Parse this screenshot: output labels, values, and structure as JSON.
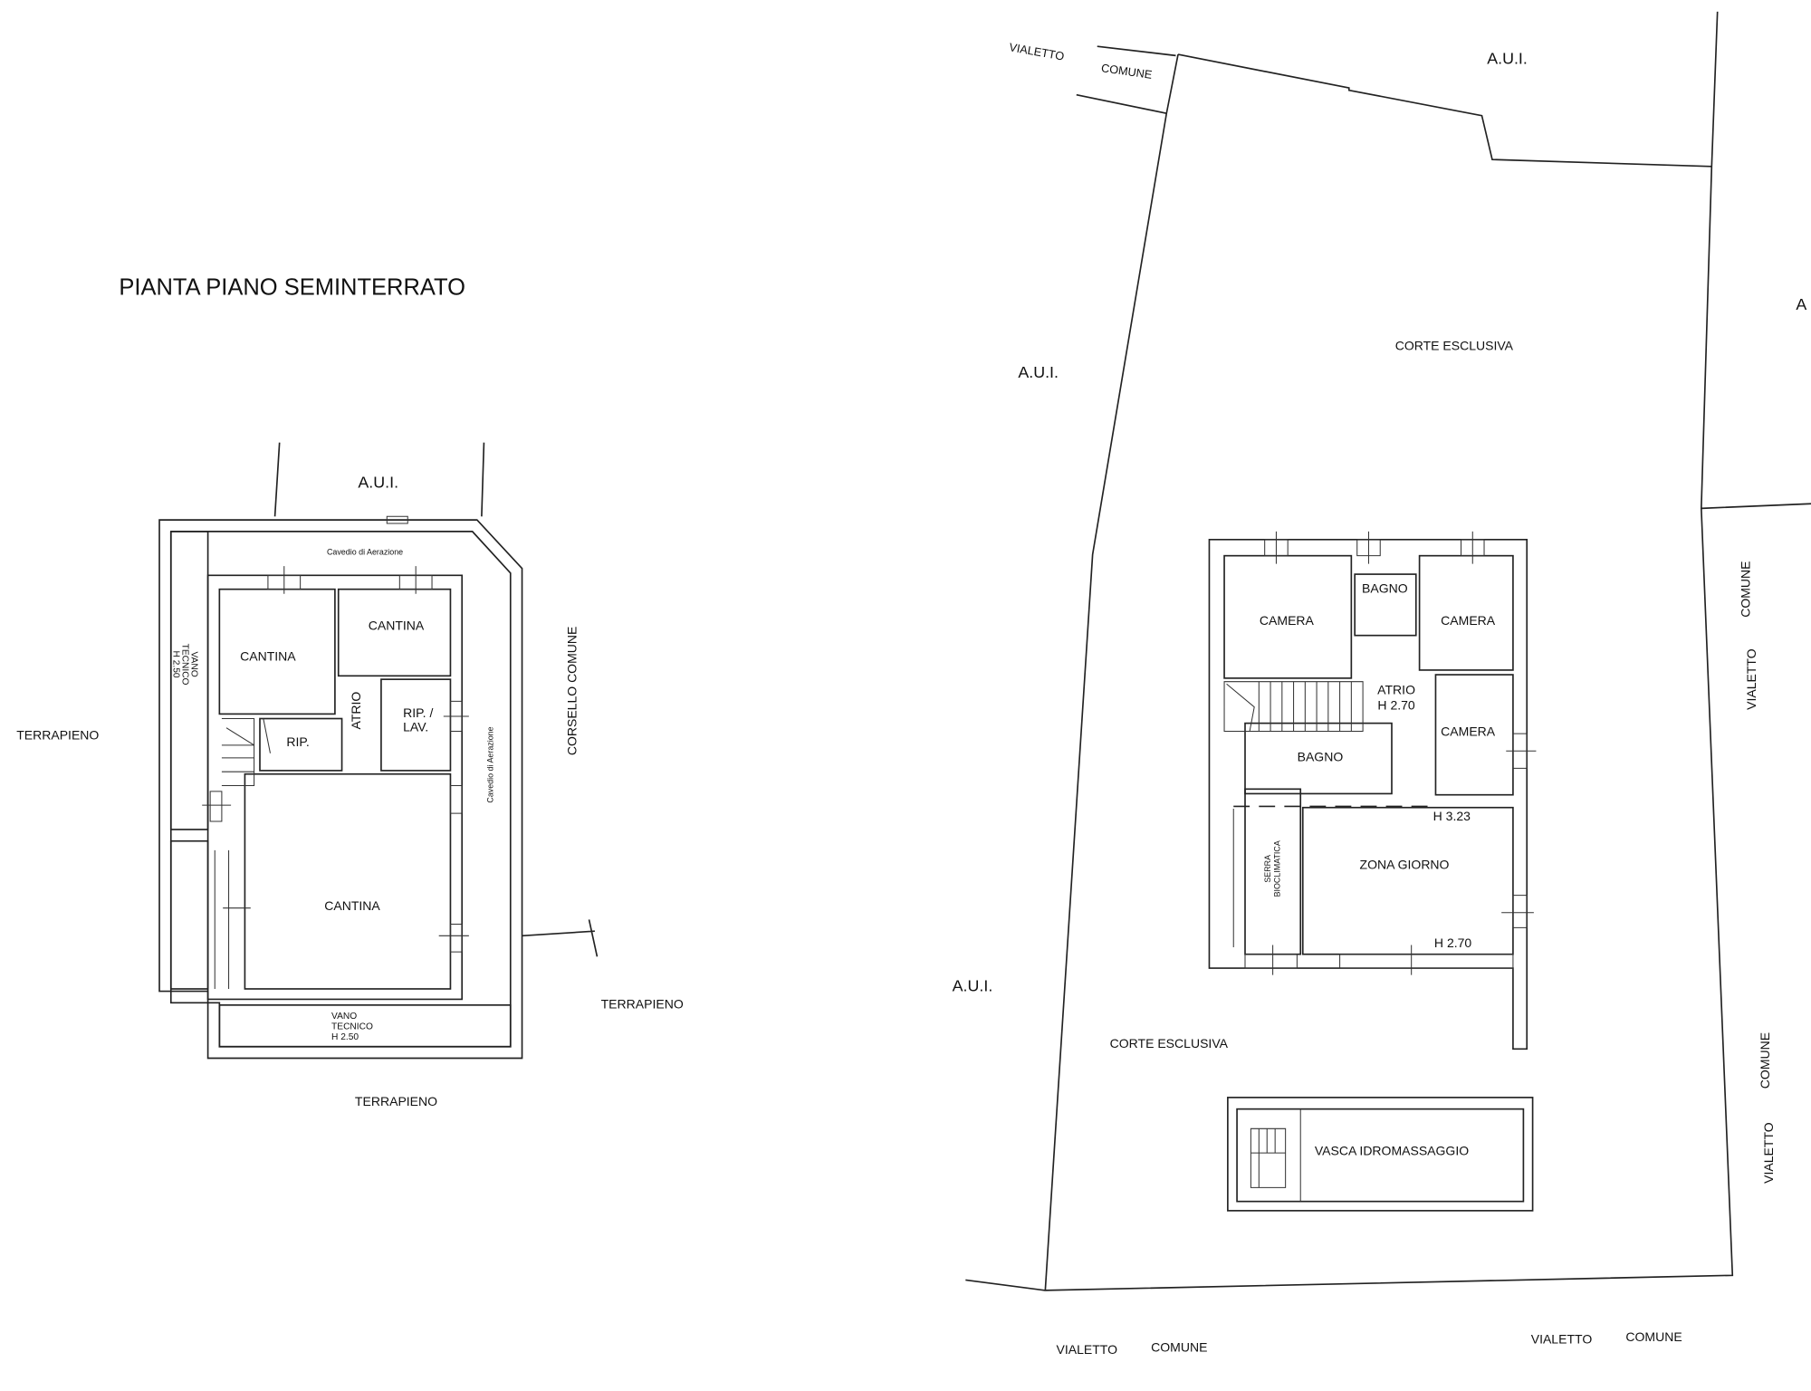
{
  "basement": {
    "title": "PIANTA PIANO SEMINTERRATO",
    "aui": "A.U.I.",
    "cavedio_top": "Cavedio di Aerazione",
    "cavedio_side": "Cavedio di Aerazione",
    "vano_left": [
      "VANO",
      "TECNICO",
      "H 2.50"
    ],
    "cantina_1": "CANTINA",
    "cantina_2": "CANTINA",
    "atrio": "ATRIO",
    "rip": "RIP.",
    "rip_lav": [
      "RIP. /",
      "LAV."
    ],
    "cantina_big": "CANTINA",
    "vano_bottom": [
      "VANO",
      "TECNICO",
      "H 2.50"
    ],
    "corsello": "CORSELLO COMUNE",
    "terrapieno_left": "TERRAPIENO",
    "terrapieno_right": "TERRAPIENO",
    "terrapieno_bottom": "TERRAPIENO"
  },
  "site": {
    "vialetto_top": "VIALETTO",
    "comune_top": "COMUNE",
    "aui_top": "A.U.I.",
    "a_right": "A",
    "corte_top": "CORTE ESCLUSIVA",
    "aui_left": "A.U.I.",
    "aui_left_low": "A.U.I.",
    "corte_bottom": "CORTE ESCLUSIVA",
    "vasca": "VASCA IDROMASSAGGIO",
    "right_comune_1": "COMUNE",
    "right_vialetto_1": "VIALETTO",
    "right_comune_2": "COMUNE",
    "right_vialetto_2": "VIALETTO",
    "bottom_vialetto_1": "VIALETTO",
    "bottom_comune_1": "COMUNE",
    "bottom_vialetto_2": "VIALETTO",
    "bottom_comune_2": "COMUNE"
  },
  "house": {
    "camera_1": "CAMERA",
    "bagno_1": "BAGNO",
    "camera_2": "CAMERA",
    "atrio": [
      "ATRIO",
      "H 2.70"
    ],
    "camera_3": "CAMERA",
    "bagno_2": "BAGNO",
    "h_323": "H 3.23",
    "serra": [
      "SERRA",
      "BIOCLIMATICA"
    ],
    "zona_giorno": "ZONA GIORNO",
    "h_270": "H 2.70"
  }
}
